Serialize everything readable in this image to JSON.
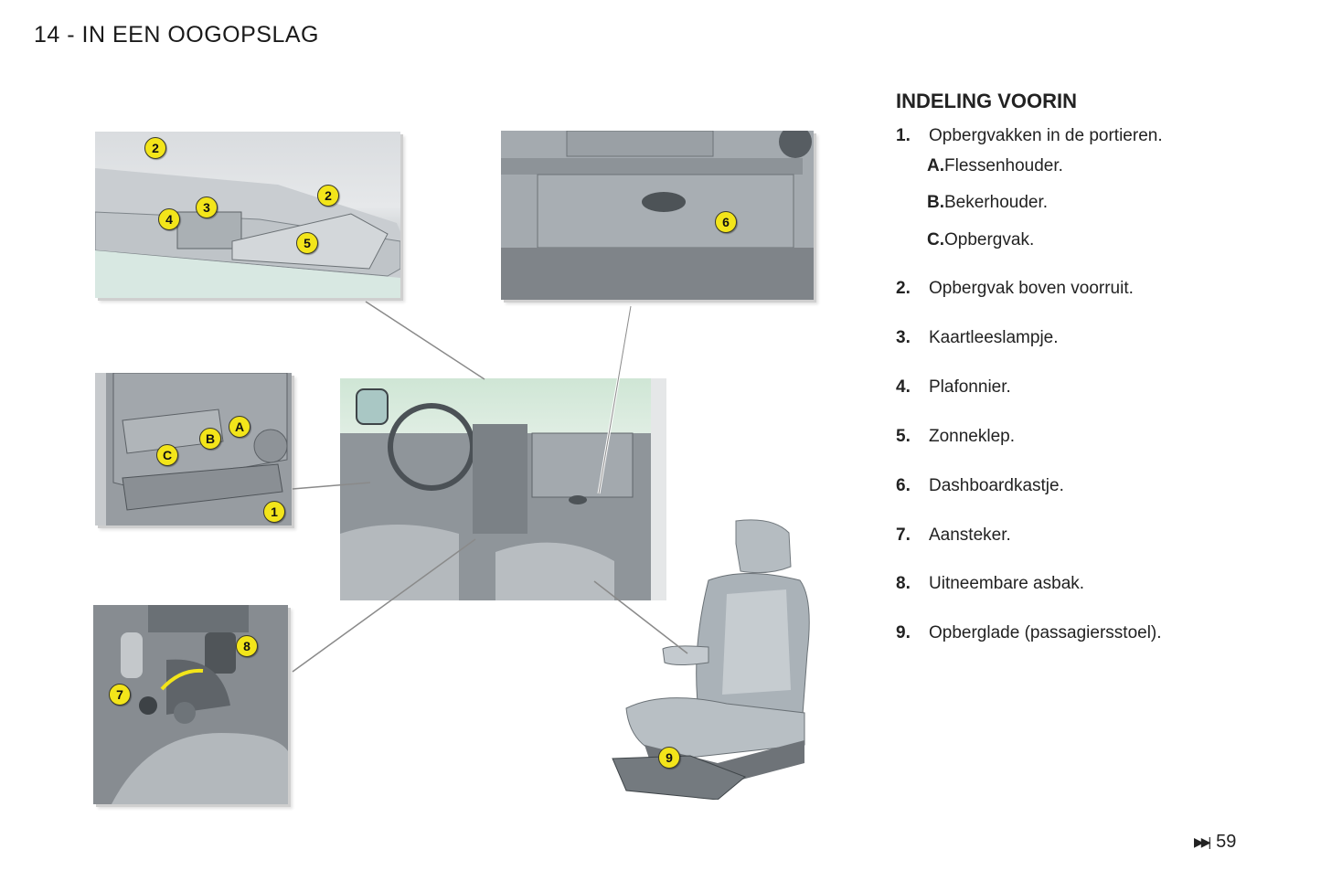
{
  "header": {
    "title": "14 - IN EEN OOGOPSLAG"
  },
  "section": {
    "title": "INDELING VOORIN",
    "items": [
      {
        "num": "1.",
        "label": "Opbergvakken in de portieren.",
        "sub": [
          {
            "letter": "A.",
            "label": "Flessenhouder."
          },
          {
            "letter": "B.",
            "label": "Bekerhouder."
          },
          {
            "letter": "C.",
            "label": "Opbergvak."
          }
        ]
      },
      {
        "num": "2.",
        "label": "Opbergvak boven voorruit."
      },
      {
        "num": "3.",
        "label": "Kaartleeslampje."
      },
      {
        "num": "4.",
        "label": "Plafonnier."
      },
      {
        "num": "5.",
        "label": "Zonneklep."
      },
      {
        "num": "6.",
        "label": "Dashboardkastje."
      },
      {
        "num": "7.",
        "label": "Aansteker."
      },
      {
        "num": "8.",
        "label": "Uitneembare asbak."
      },
      {
        "num": "9.",
        "label": "Opberglade (passagiersstoel)."
      }
    ]
  },
  "illustration": {
    "markers": {
      "roof": [
        "2",
        "2",
        "3",
        "4",
        "5"
      ],
      "glovebox": [
        "6"
      ],
      "door": [
        "A",
        "B",
        "C",
        "1"
      ],
      "console": [
        "7",
        "8"
      ],
      "seat": [
        "9"
      ]
    },
    "marker_color": "#f3e51a"
  },
  "footer": {
    "icon": "skip-forward-icon",
    "page_number": "59"
  }
}
